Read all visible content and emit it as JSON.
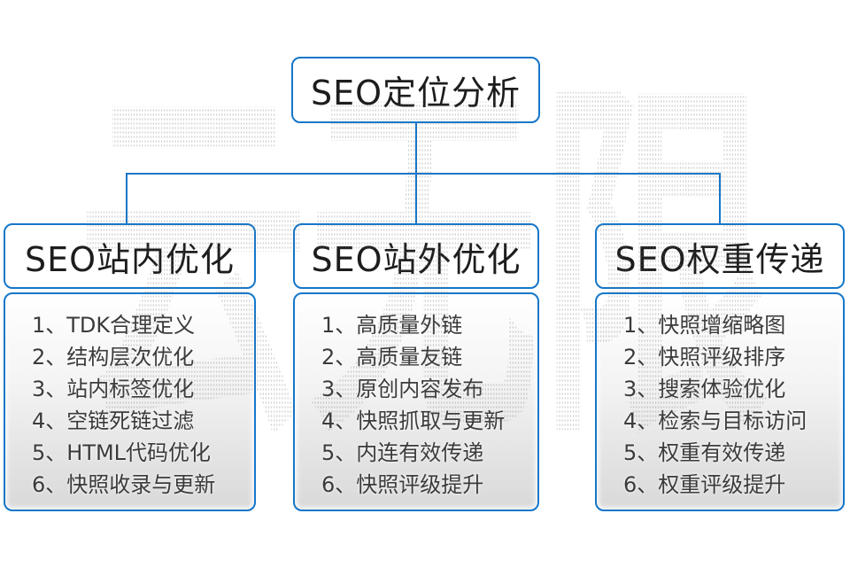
{
  "root": {
    "title": "SEO定位分析"
  },
  "columns": [
    {
      "title": "SEO站内优化",
      "items": [
        "1、TDK合理定义",
        "2、结构层次优化",
        "3、站内标签优化",
        "4、空链死链过滤",
        "5、HTML代码优化",
        "6、快照收录与更新"
      ]
    },
    {
      "title": "SEO站外优化",
      "items": [
        "1、高质量外链",
        "2、高质量友链",
        "3、原创内容发布",
        "4、快照抓取与更新",
        "5、内连有效传递",
        "6、快照评级提升"
      ]
    },
    {
      "title": "SEO权重传递",
      "items": [
        "1、快照增缩略图",
        "2、快照评级排序",
        "3、搜索体验优化",
        "4、检索与目标访问",
        "5、权重有效传递",
        "6、权重评级提升"
      ]
    }
  ],
  "watermark": {
    "text": "云无限"
  },
  "colors": {
    "accent_blue": "#1577c9",
    "title_text": "#1d1d1d",
    "list_text": "#3b3b3b",
    "list_bg_top": "#ffffff",
    "list_bg_bottom": "#d9d9d9",
    "watermark_gray": "#e9e9e9"
  }
}
